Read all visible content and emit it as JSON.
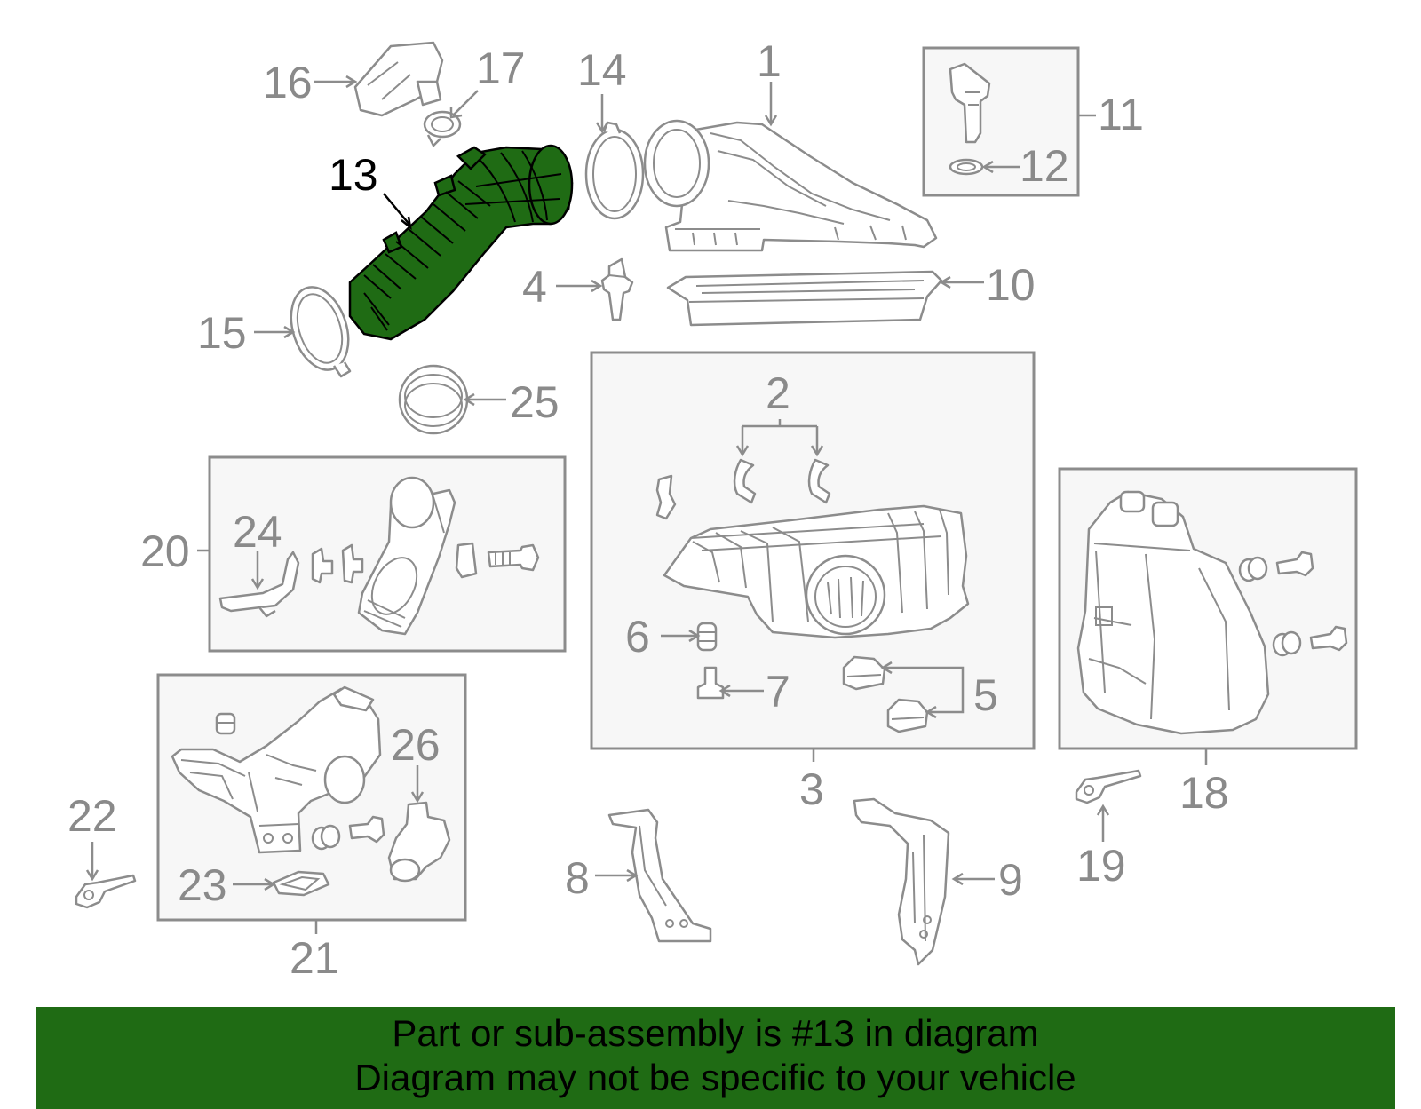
{
  "diagram": {
    "highlight_part": "13",
    "highlight_color": "#1f6b14",
    "line_color": "#8c8c8c",
    "labels": [
      "1",
      "2",
      "3",
      "4",
      "5",
      "6",
      "7",
      "8",
      "9",
      "10",
      "11",
      "12",
      "13",
      "14",
      "15",
      "16",
      "17",
      "18",
      "19",
      "20",
      "21",
      "22",
      "23",
      "24",
      "25",
      "26"
    ]
  },
  "footer": {
    "line1": "Part or sub-assembly is #13 in diagram",
    "line2": "Diagram may not be specific to your vehicle",
    "background": "#1f6b14"
  }
}
